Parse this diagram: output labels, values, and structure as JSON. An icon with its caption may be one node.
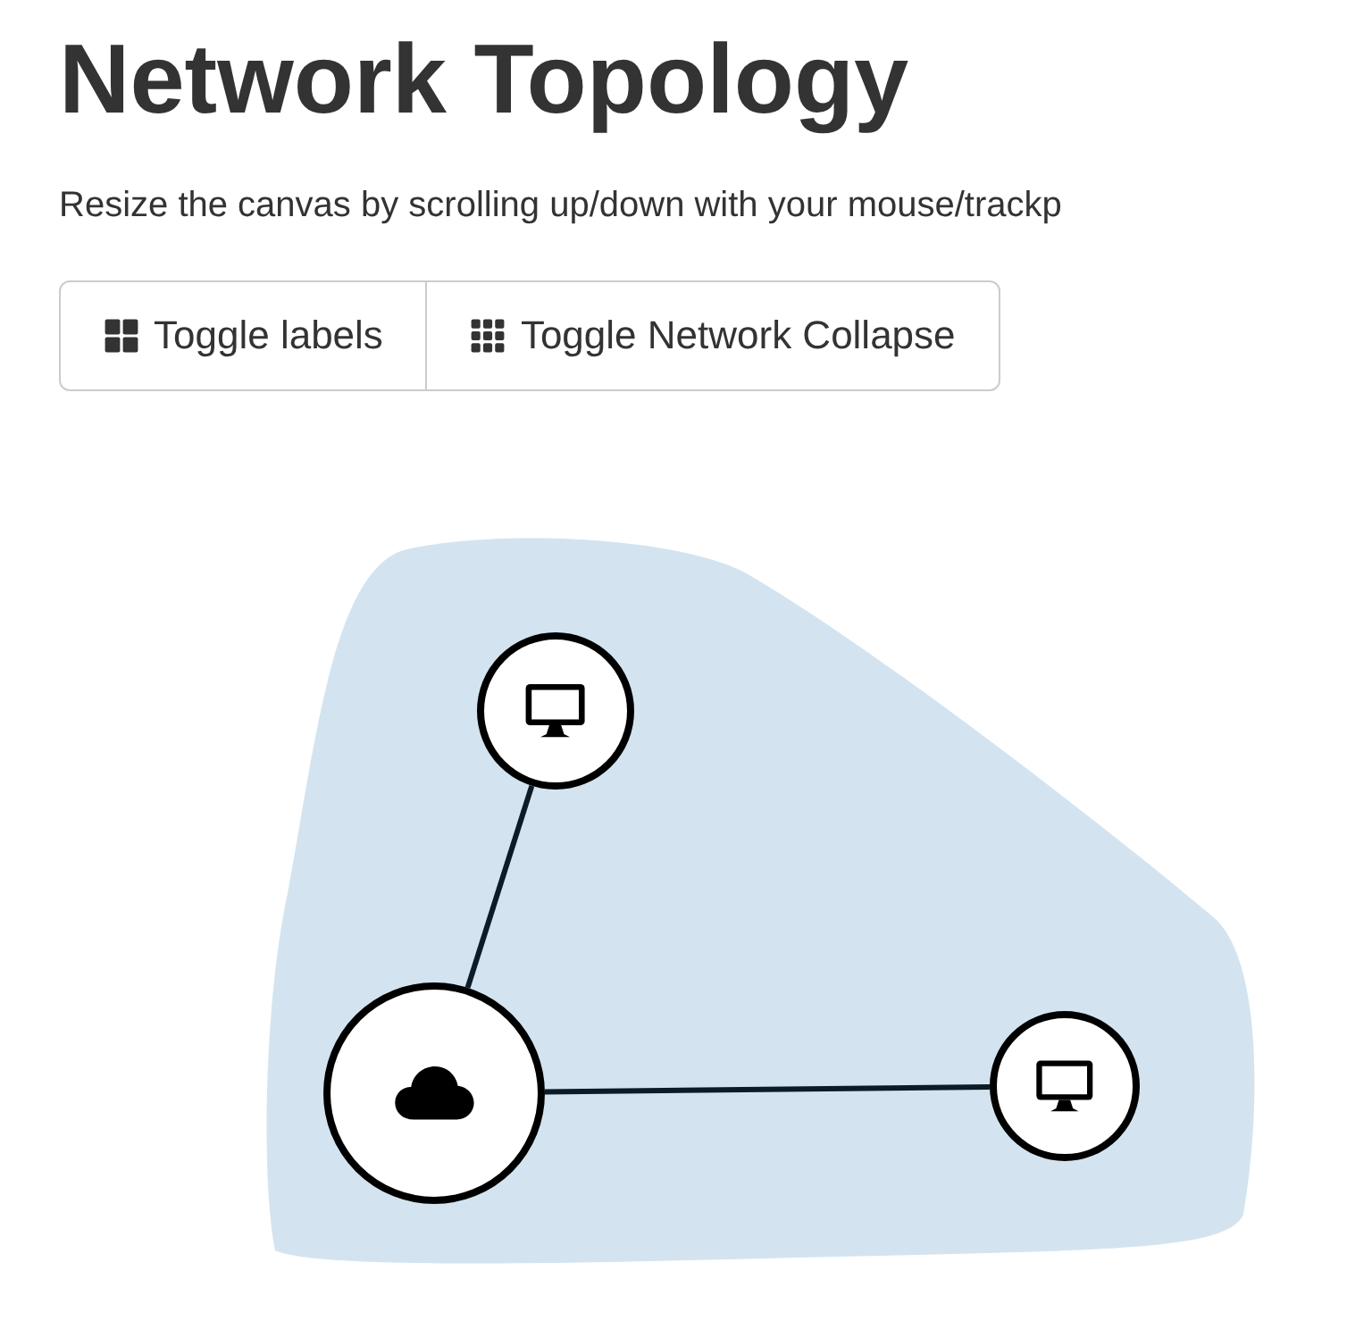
{
  "diagram": {
    "title": "Network Topology",
    "nodes": [
      {
        "text": [],
        "shape": "blob"
      },
      {
        "text": [],
        "shape": "circle",
        "in": 0
      },
      {
        "text": [],
        "shape": "circle",
        "in": 0
      },
      {
        "text": [],
        "shape": "circle",
        "in": 0
      }
    ],
    "edges": [
      {
        "from": 2,
        "to": 1,
        "arrow": "none"
      },
      {
        "from": 2,
        "to": 3,
        "arrow": "none"
      }
    ],
    "labels": [
      "Resize the canvas by scrolling up/down with your mouse/trackp",
      "Toggle labels",
      "Toggle Network Collapse"
    ]
  }
}
